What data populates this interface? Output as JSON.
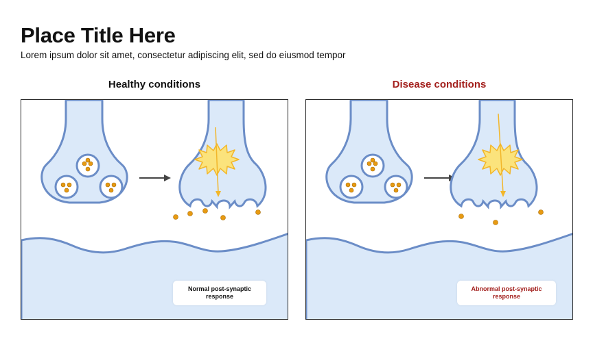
{
  "header": {
    "title": "Place Title Here",
    "subtitle": "Lorem ipsum dolor sit amet, consectetur adipiscing elit, sed do eiusmod tempor"
  },
  "panels": [
    {
      "heading": "Healthy conditions",
      "heading_color": "#111111",
      "response_label": "Normal post-synaptic response",
      "response_color": "#111111"
    },
    {
      "heading": "Disease conditions",
      "heading_color": "#a3201d",
      "response_label": "Abnormal post-synaptic response",
      "response_color": "#a3201d"
    }
  ],
  "colors": {
    "membrane_fill": "#dbe9f9",
    "membrane_stroke": "#6b8dc7",
    "vesicle_dot": "#e79a12",
    "burst_fill": "#fbe37c",
    "burst_stroke": "#f2b62a",
    "arrow": "#444444"
  },
  "icons": [
    "presynaptic-terminal-icon",
    "vesicle-icon",
    "arrow-right-icon",
    "release-burst-icon",
    "neurotransmitter-dot-icon",
    "postsynaptic-membrane-icon"
  ]
}
